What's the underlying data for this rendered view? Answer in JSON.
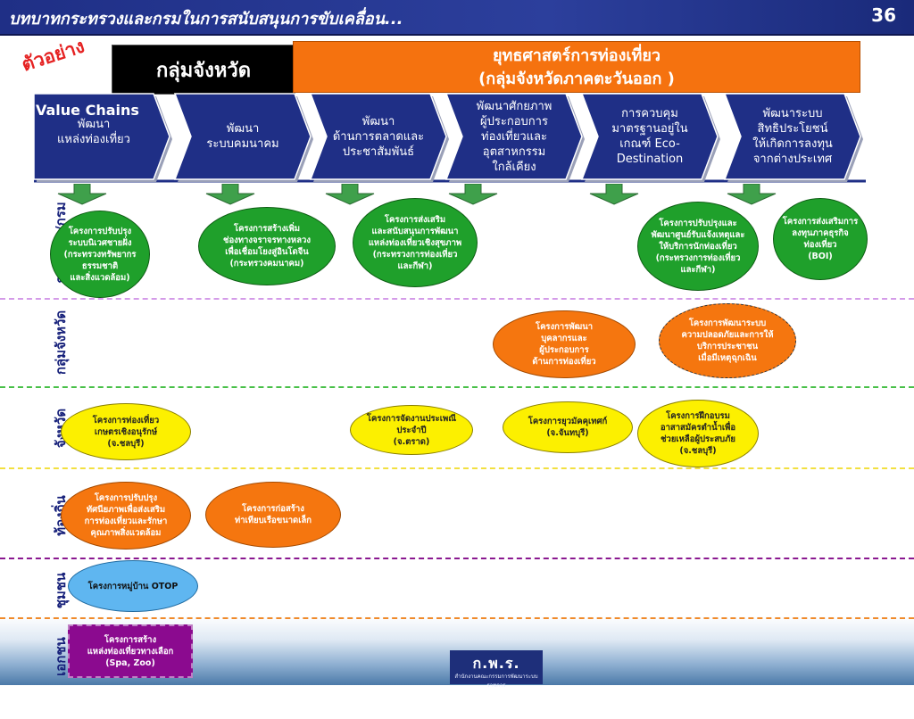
{
  "header": {
    "title": "บทบาทกระทรวงและกรมในการสนับสนุนการขับเคลื่อน...",
    "page_number": "36"
  },
  "example_label": "ตัวอย่าง",
  "group_label": "กลุ่มจังหวัด",
  "strategy": {
    "line1": "ยุทธศาสตร์การท่องเที่ยว",
    "line2": "(กลุ่มจังหวัดภาคตะวันออก )"
  },
  "value_chains_label": "Value Chains",
  "chains": [
    {
      "text": "พัฒนา\nแหล่งท่องเที่ยว"
    },
    {
      "text": "พัฒนา\nระบบคมนาคม"
    },
    {
      "text": "พัฒนา\nด้านการตลาดและ\nประชาสัมพันธ์"
    },
    {
      "text": "พัฒนาศักยภาพ\nผู้ประกอบการ\nท่องเที่ยวและ\nอุตสาหกรรม\nใกล้เคียง"
    },
    {
      "text": "การควบคุม\nมาตรฐานอยู่ใน\nเกณฑ์ Eco-\nDestination"
    },
    {
      "text": "พัฒนาระบบ\nสิทธิประโยชน์\nให้เกิดการลงทุน\nจากต่างประเทศ"
    }
  ],
  "row_labels": {
    "ministry": "กระทรวง/กรม",
    "province_group": "กลุ่มจังหวัด",
    "province": "จังหวัด",
    "local": "ท้องถิ่น",
    "community": "ชุมชน",
    "private": "เอกชน"
  },
  "projects": {
    "ministry": [
      "โครงการปรับปรุง\nระบบนิเวศชายฝั่ง\n(กระทรวงทรัพยากร\nธรรมชาติ\nและสิ่งแวดล้อม)",
      "โครงการสร้างเพิ่ม\nช่องทางจราจรทางหลวง\nเพื่อเชื่อมโยงสู่อินโดจีน\n(กระทรวงคมนาคม)",
      "โครงการส่งเสริม\nและสนับสนุนการพัฒนา\nแหล่งท่องเที่ยวเชิงสุขภาพ\n(กระทรวงการท่องเที่ยว\nและกีฬา)",
      "โครงการปรับปรุงและ\nพัฒนาศูนย์รับแจ้งเหตุและ\nให้บริการนักท่องเที่ยว\n(กระทรวงการท่องเที่ยว\nและกีฬา)",
      "โครงการส่งเสริมการ\nลงทุนภาคธุรกิจ\nท่องเที่ยว\n(BOI)"
    ],
    "province_group": [
      "โครงการพัฒนา\nบุคลากรและ\nผู้ประกอบการ\nด้านการท่องเที่ยว",
      "โครงการพัฒนาระบบ\nความปลอดภัยและการให้\nบริการประชาชน\nเมื่อมีเหตุฉุกเฉิน"
    ],
    "province": [
      "โครงการท่องเที่ยว\nเกษตรเชิงอนุรักษ์\n(จ.ชลบุรี)",
      "โครงการจัดงานประเพณี\nประจำปี\n(จ.ตราด)",
      "โครงการยุวมัคคุเทศก์\n(จ.จันทบุรี)",
      "โครงการฝึกอบรม\nอาสาสมัครตำน้ำเพื่อ\nช่วยเหลือผู้ประสบภัย\n(จ.ชลบุรี)"
    ],
    "local": [
      "โครงการปรับปรุง\nทัศนียภาพเพื่อส่งเสริม\nการท่องเที่ยวและรักษา\nคุณภาพสิ่งแวดล้อม",
      "โครงการก่อสร้าง\nท่าเทียบเรือขนาดเล็ก"
    ],
    "community": [
      "โครงการหมู่บ้าน OTOP"
    ],
    "private": [
      "โครงการสร้าง\nแหล่งท่องเที่ยวทางเลือก\n(Spa, Zoo)"
    ]
  },
  "logo": {
    "text": "ก.พ.ร.",
    "subtitle": "สำนักงานคณะกรรมการพัฒนาระบบราชการ"
  },
  "colors": {
    "title_bar": "#2c3f9c",
    "chevron": "#1f2f86",
    "strategy": "#f5720f",
    "arrow": "#3fa04b",
    "ministry": "#1fa02b",
    "province_group": "#f5760f",
    "province": "#fcf000",
    "local": "#f5760f",
    "community": "#5fb6f0",
    "private": "#8b0a8f"
  }
}
